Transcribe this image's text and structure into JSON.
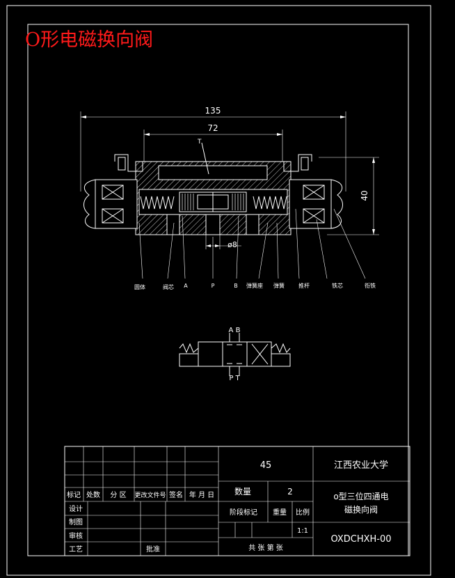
{
  "title": "O形电磁换向阀",
  "dimensions": {
    "overall_length": "135",
    "body_length": "72",
    "height": "40",
    "port_diameter": "ø8"
  },
  "callouts": [
    {
      "label": "A"
    },
    {
      "label": "B"
    },
    {
      "label": "P"
    },
    {
      "label": "T"
    }
  ],
  "bottom_labels": [
    "圆体",
    "阀芯",
    "A",
    "P",
    "B",
    "弹簧座",
    "弹簧",
    "推杆",
    "铁芯",
    "衔铁"
  ],
  "symbol": {
    "top_ports": "A B",
    "bottom_ports": "P T"
  },
  "title_block": {
    "material": "45",
    "school": "江西农业大学",
    "qty_label": "数量",
    "qty_value": "2",
    "part_name_line1": "o型三位四通电",
    "part_name_line2": "磁换向阀",
    "revision_headers": [
      "标记",
      "处数",
      "分 区",
      "更改文件号",
      "签名",
      "年 月 日"
    ],
    "stage_label": "阶段标记",
    "weight_label": "重量",
    "scale_label": "比例",
    "scale_value": "1:1",
    "drawing_number": "OXDCHXH-00",
    "sheet_text": "共  张  第  张",
    "roles": [
      "设计",
      "制图",
      "审核",
      "工艺"
    ],
    "approve": "批准"
  }
}
